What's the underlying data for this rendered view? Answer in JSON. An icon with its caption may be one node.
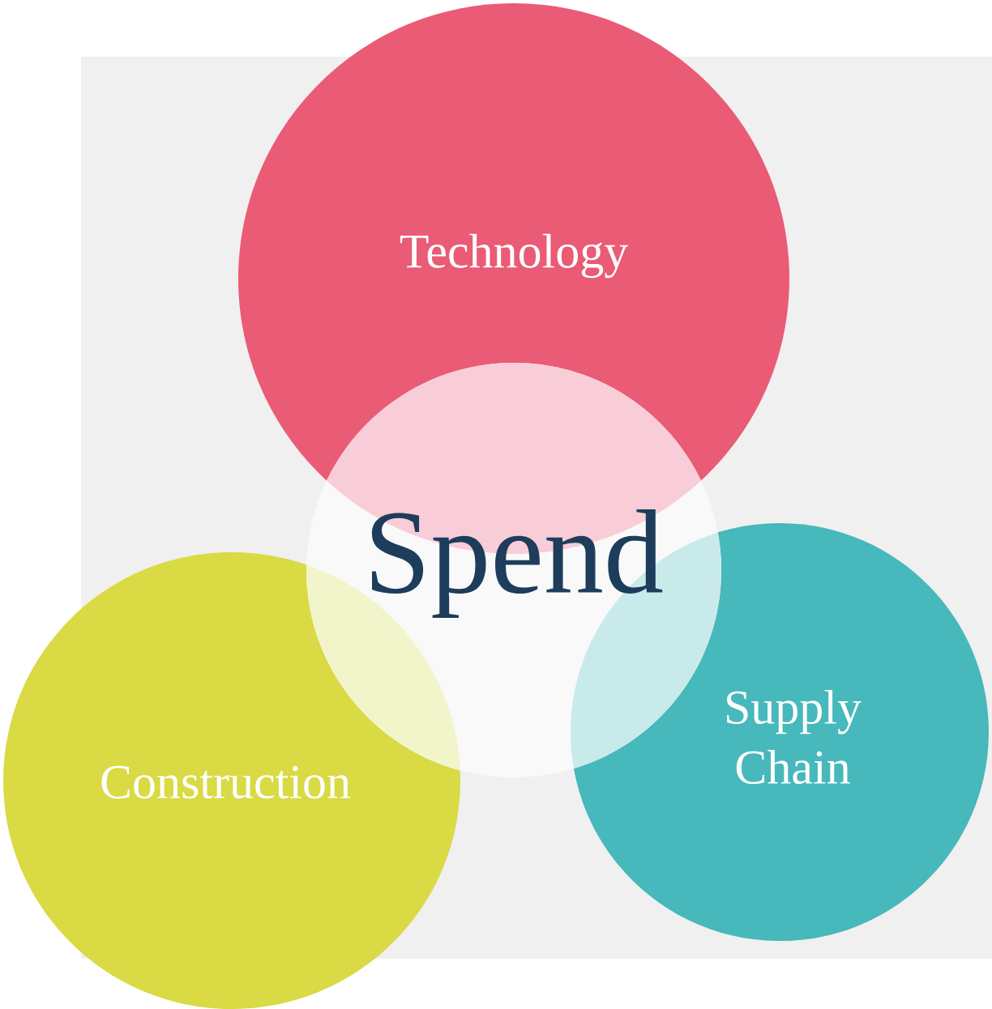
{
  "diagram": {
    "nodes": [
      {
        "text": [
          "Technology"
        ]
      },
      {
        "text": [
          "Spend"
        ]
      },
      {
        "text": [
          "Construction"
        ]
      },
      {
        "text": [
          "Supply Chain"
        ]
      }
    ]
  }
}
